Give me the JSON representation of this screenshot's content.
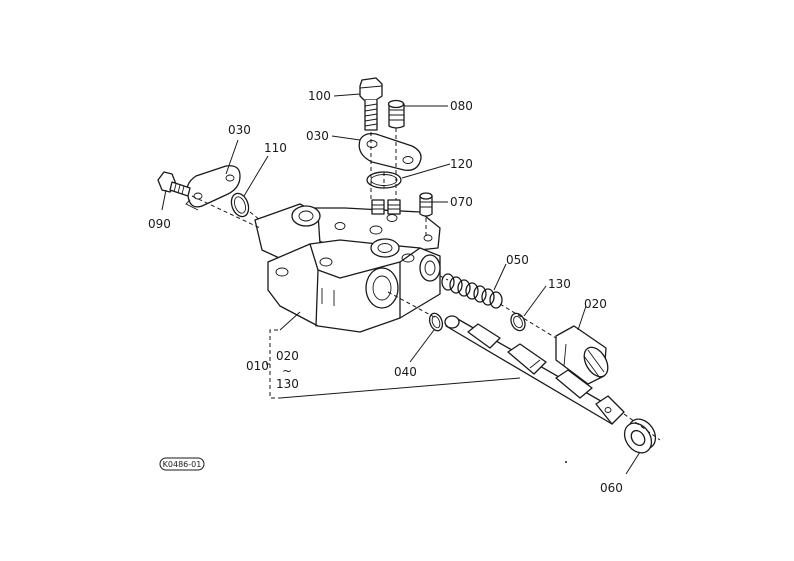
{
  "labels": {
    "p100": "100",
    "p080": "080",
    "p030_top": "030",
    "p030_left": "030",
    "p110": "110",
    "p120": "120",
    "p070": "070",
    "p090": "090",
    "p050": "050",
    "p130_top": "130",
    "p020_top": "020",
    "p040": "040",
    "p010": "010",
    "p020_bracket": "020",
    "tilde": "~",
    "p130_bracket": "130",
    "p060": "060",
    "ref_code": "K0486-01"
  }
}
